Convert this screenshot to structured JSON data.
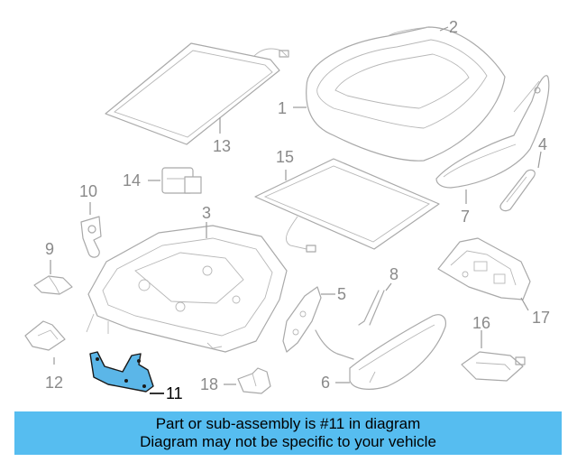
{
  "diagram": {
    "callouts": {
      "c1": "1",
      "c2": "2",
      "c3": "3",
      "c4": "4",
      "c5": "5",
      "c6": "6",
      "c7": "7",
      "c8": "8",
      "c9": "9",
      "c10": "10",
      "c11": "11",
      "c12": "12",
      "c13": "13",
      "c14": "14",
      "c15": "15",
      "c16": "16",
      "c17": "17",
      "c18": "18"
    },
    "highlighted_part": "11",
    "colors": {
      "highlight_fill": "#5bb6e8",
      "banner_bg": "#56bdf0",
      "line_gray": "#a9a9a9"
    }
  },
  "banner": {
    "line1": "Part or sub-assembly is #11 in diagram",
    "line2": "Diagram may not be specific to your vehicle"
  }
}
